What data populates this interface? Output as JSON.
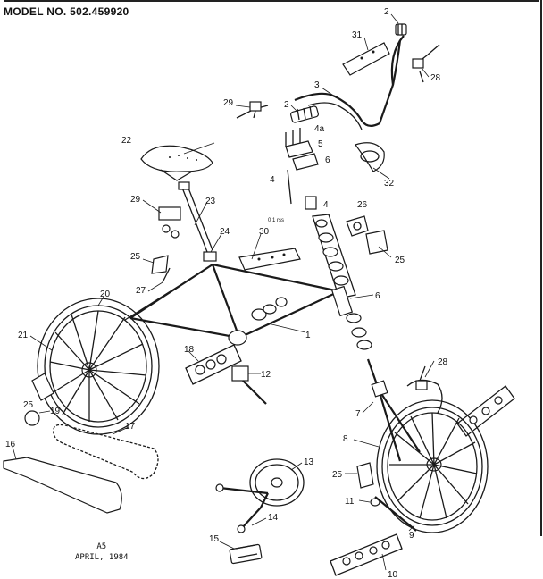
{
  "header": {
    "model_label": "MODEL NO. 502.459920"
  },
  "footer": {
    "code": "A5",
    "date": "APRIL, 1984"
  },
  "frame_mark": "0 1 rss",
  "callouts": [
    "2",
    "31",
    "28",
    "3",
    "29",
    "2",
    "4a",
    "5",
    "6",
    "22",
    "4",
    "32",
    "29",
    "23",
    "4",
    "26",
    "24",
    "30",
    "25",
    "25",
    "27",
    "6",
    "20",
    "1",
    "21",
    "18",
    "28",
    "12",
    "25",
    "19",
    "7",
    "17",
    "8",
    "16",
    "13",
    "25",
    "11",
    "14",
    "9",
    "15",
    "10"
  ]
}
